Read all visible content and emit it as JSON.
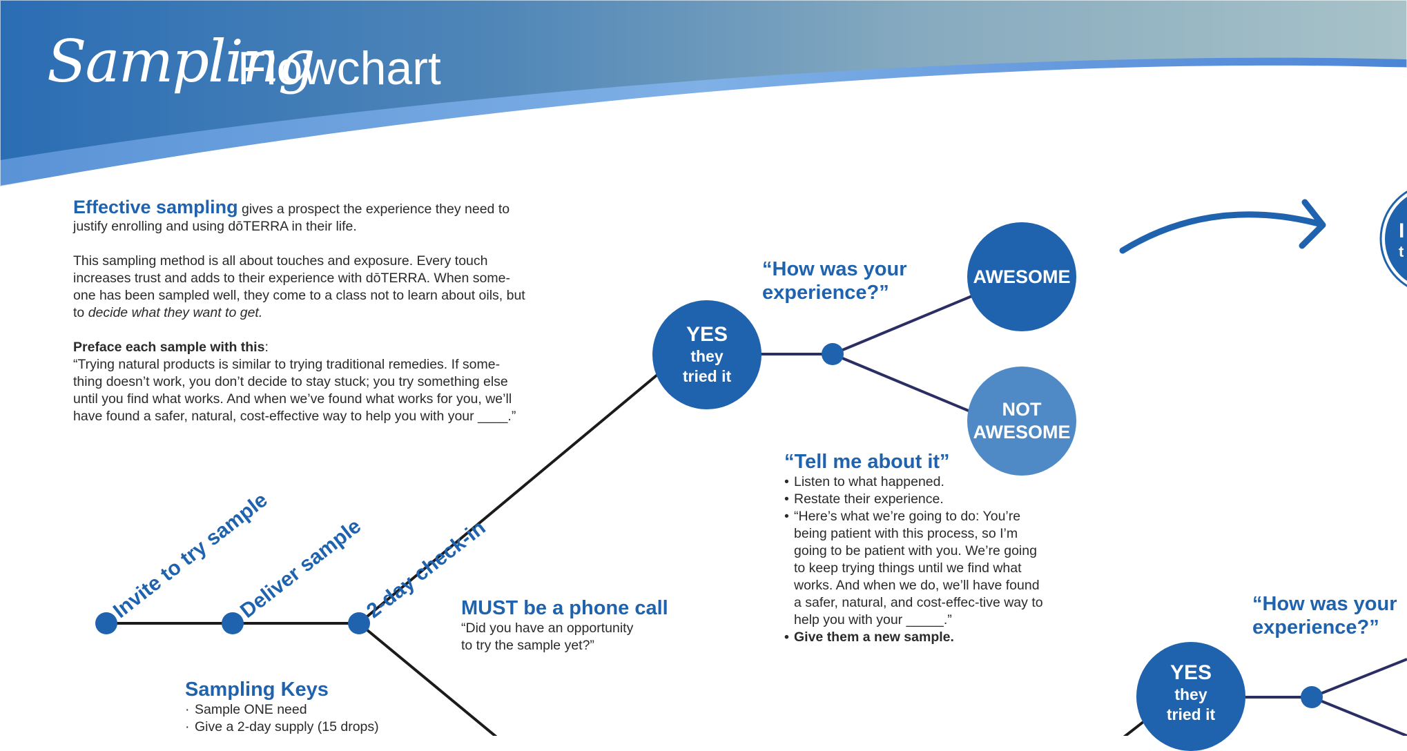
{
  "header": {
    "title_script": "Sampling",
    "title_plain": "Flowchart"
  },
  "intro": {
    "lead": "Effective sampling",
    "p1_rest": " gives a prospect the experience they need to justify enrolling and using dōTERRA in their life.",
    "p2_main": "This sampling method is all about touches and exposure. Every touch increases trust and adds to their experience with dōTERRA. When some-one has been sampled well, they come to a class not to learn about oils, but to ",
    "p2_em": "decide what they want to get.",
    "preface_label": "Preface each sample with this",
    "preface_colon": ":",
    "preface_quote": "“Trying natural products is similar to trying traditional remedies. If some-thing doesn’t work, you don’t decide to stay stuck; you try something else until you find what works. And when we’ve found what works for you, we’ll have found a safer, natural, cost-effective way to help you with your ____.”"
  },
  "steps": {
    "invite": "Invite to try sample",
    "deliver": "Deliver sample",
    "checkin": "2-day check-in"
  },
  "phone": {
    "heading": "MUST be a phone call",
    "line1": "“Did you have an opportunity",
    "line2": "to try the sample yet?”"
  },
  "keys": {
    "heading": "Sampling Keys",
    "items": [
      "Sample ONE need",
      "Give a 2-day supply (15 drops)"
    ]
  },
  "yes_node": {
    "big": "YES",
    "line1": "they",
    "line2": "tried it"
  },
  "yes_node_2": {
    "big": "YES",
    "line1": "they",
    "line2": "tried it"
  },
  "how_was": {
    "line1": "“How was your",
    "line2": "experience?”"
  },
  "how_was_2": {
    "line1": "“How was your",
    "line2": "experience?”"
  },
  "awesome": {
    "label": "AWESOME"
  },
  "not_awesome": {
    "line1": "NOT",
    "line2": "AWESOME"
  },
  "partial_node": {
    "line1": "I",
    "line2": "t"
  },
  "tell_me": {
    "heading": "“Tell me about it”",
    "items": [
      "Listen to what happened.",
      "Restate their experience.",
      "“Here’s what we’re going to do: You’re being patient with this process, so I’m going to be patient with you. We’re going to keep trying things until we find what works. And when we do, we’ll have found a safer,  natural, and cost-effec-tive way to help you with your _____.”"
    ],
    "last_item": "Give them a new sample."
  },
  "colors": {
    "brand_blue": "#1f62ad",
    "light_blue": "#4f8ac6",
    "navy_line": "#2a2e63",
    "black_line": "#1b1b1b"
  }
}
